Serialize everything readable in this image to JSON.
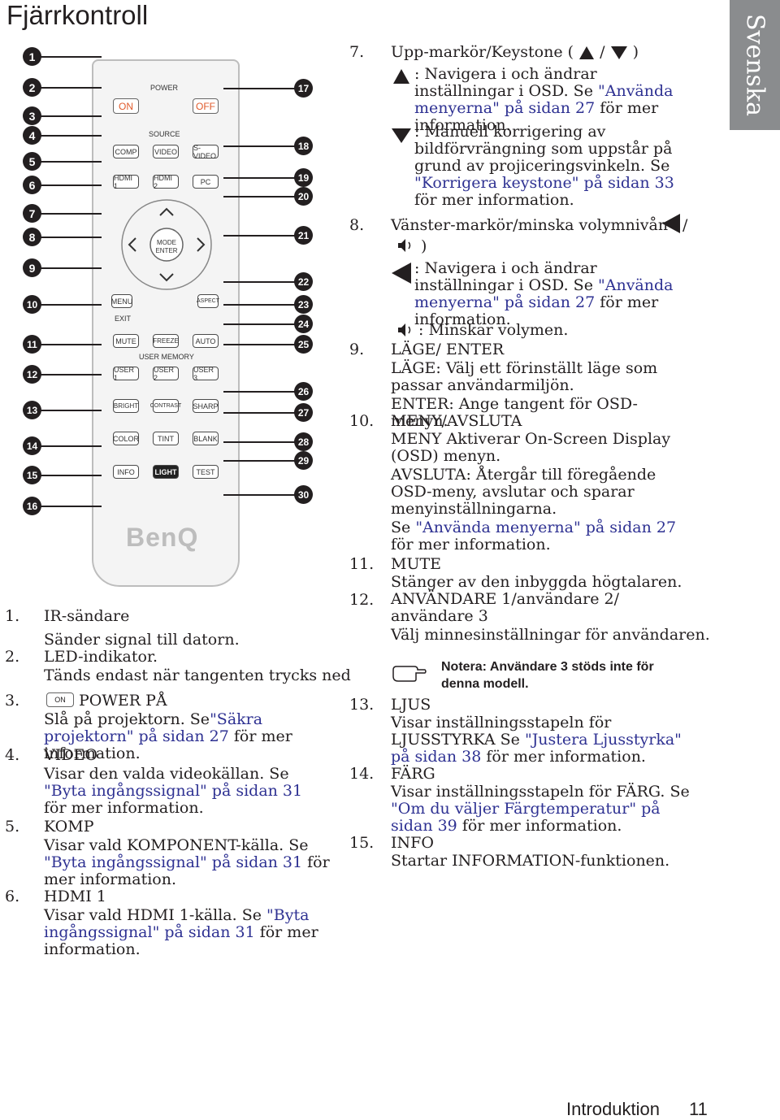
{
  "page_title": "Fjärrkontroll",
  "side_tab": "Svenska",
  "remote": {
    "power_label": "POWER",
    "on": "ON",
    "off": "OFF",
    "source_label": "SOURCE",
    "comp": "COMP",
    "video": "VIDEO",
    "svideo": "S-VIDEO",
    "hdmi1": "HDMI 1",
    "hdmi2": "HDMI 2",
    "pc": "PC",
    "mode_enter": "MODE ENTER",
    "menu": "MENU",
    "exit": "EXIT",
    "aspect": "ASPECT",
    "mute": "MUTE",
    "freeze": "FREEZE",
    "auto": "AUTO",
    "user_memory": "USER MEMORY",
    "user1": "USER 1",
    "user2": "USER 2",
    "user3": "USER 3",
    "bright": "BRIGHT",
    "contrast": "CONTRAST",
    "sharp": "SHARP",
    "color": "COLOR",
    "tint": "TINT",
    "blank": "BLANK",
    "info": "INFO",
    "light": "LIGHT",
    "test": "TEST",
    "brand": "BenQ"
  },
  "left_numbers": [
    "1",
    "2",
    "3",
    "4",
    "5",
    "6",
    "7",
    "8",
    "9",
    "10",
    "11",
    "12",
    "13",
    "14",
    "15",
    "16"
  ],
  "right_numbers": [
    "17",
    "18",
    "19",
    "20",
    "21",
    "22",
    "23",
    "24",
    "25",
    "26",
    "27",
    "28",
    "29",
    "30"
  ],
  "items": {
    "i1": {
      "num": "1.",
      "title": "IR-sändare",
      "text": "Sänder signal till datorn."
    },
    "i2": {
      "num": "2.",
      "title": "LED-indikator.",
      "text": "Tänds endast när tangenten trycks ned"
    },
    "i3": {
      "num": "3.",
      "icon": "ON",
      "title": "POWER PÅ",
      "text_a": "Slå på projektorn. Se",
      "link": "\"Säkra projektorn\" på sidan 27",
      "text_b": " för mer information."
    },
    "i4": {
      "num": "4.",
      "title": "VIDEO",
      "text_a": "Visar den valda videokällan. Se ",
      "link": "\"Byta ingångssignal\" på sidan 31",
      "text_b": " för mer information."
    },
    "i5": {
      "num": "5.",
      "title": "KOMP",
      "text_a": "Visar vald KOMPONENT-källa. Se ",
      "link": "\"Byta ingångssignal\" på sidan 31",
      "text_b": " för mer information."
    },
    "i6": {
      "num": "6.",
      "title": "HDMI 1",
      "text_a": "Visar vald HDMI 1-källa. Se ",
      "link": "\"Byta ingångssignal\" på sidan 31",
      "text_b": " för mer information."
    },
    "i7": {
      "num": "7.",
      "title": "Upp-markör/Keystone (",
      "sep": "/",
      "close": ")",
      "up_a": ": Navigera i och ändrar inställningar i OSD. Se ",
      "up_link": "\"Använda menyerna\" på sidan 27",
      "up_b": " för mer information.",
      "down_a": ": Manuell korrigering av bildförvrängning som uppstår på grund av projiceringsvinkeln. Se ",
      "down_link": "\"Korrigera keystone\" på sidan 33",
      "down_b": " för mer information."
    },
    "i8": {
      "num": "8.",
      "title": "Vänster-markör/minska volymnivån",
      "sep": "/",
      "close": ")",
      "left_a": ": Navigera i och ändrar inställningar i OSD. Se ",
      "left_link": "\"Använda menyerna\" på sidan 27",
      "left_b": " för mer information.",
      "vol": ": Minskar volymen."
    },
    "i9": {
      "num": "9.",
      "title": "LÄGE/ ENTER",
      "a": "LÄGE: Välj ett förinställt läge som passar användarmiljön.",
      "b": "ENTER: Ange tangent för OSD-menyn."
    },
    "i10": {
      "num": "10.",
      "title": "MENY/AVSLUTA",
      "a": "MENY Aktiverar On-Screen Display (OSD) menyn.",
      "b": "AVSLUTA: Återgår till föregående OSD-meny, avslutar och sparar menyinställningarna.",
      "c_link": "\"Använda menyerna\" på sidan 27",
      "c_a": "Se ",
      "c_b": " för mer information."
    },
    "i11": {
      "num": "11.",
      "title": "MUTE",
      "text": "Stänger av den inbyggda högtalaren."
    },
    "i12": {
      "num": "12.",
      "title": "ANVÄNDARE 1/användare 2/ användare 3",
      "text": "Välj minnesinställningar för användaren.",
      "note": "Notera: Användare 3 stöds inte för denna modell."
    },
    "i13": {
      "num": "13.",
      "title": "LJUS",
      "text_a": "Visar inställningsstapeln för LJUSSTYRKA Se ",
      "link": "\"Justera Ljusstyrka\" på sidan 38",
      "text_b": " för mer information."
    },
    "i14": {
      "num": "14.",
      "title": "FÄRG",
      "text_a": "Visar inställningsstapeln för FÄRG. Se ",
      "link": "\"Om du väljer Färgtemperatur\" på sidan 39",
      "text_b": " för mer information."
    },
    "i15": {
      "num": "15.",
      "title": "INFO",
      "text": "Startar INFORMATION-funktionen."
    }
  },
  "footer": {
    "section": "Introduktion",
    "page": "11"
  }
}
